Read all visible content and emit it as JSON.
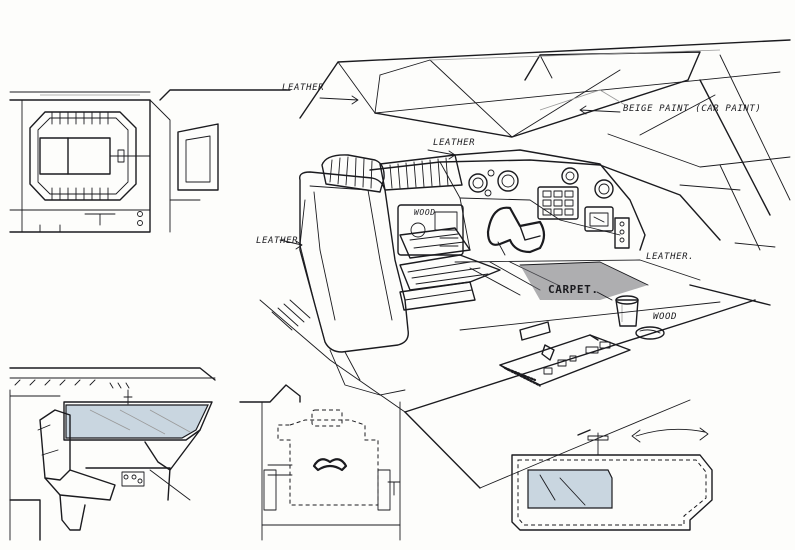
{
  "annotations": {
    "leather_roof": "LEATHER",
    "leather_console": "LEATHER",
    "leather_seat": "LEATHER",
    "leather_floor": "LEATHER.",
    "beige_paint": "BEIGE PAINT (CAR PAINT)",
    "wood_dash": "WOOD",
    "wood_floor": "WOOD",
    "carpet": "CARPET."
  },
  "colors": {
    "ink": "#1b1b1f",
    "paper": "#fdfdfb",
    "glass_tint": "#c9d6e0",
    "carpet_shade": "#6d6d72"
  }
}
